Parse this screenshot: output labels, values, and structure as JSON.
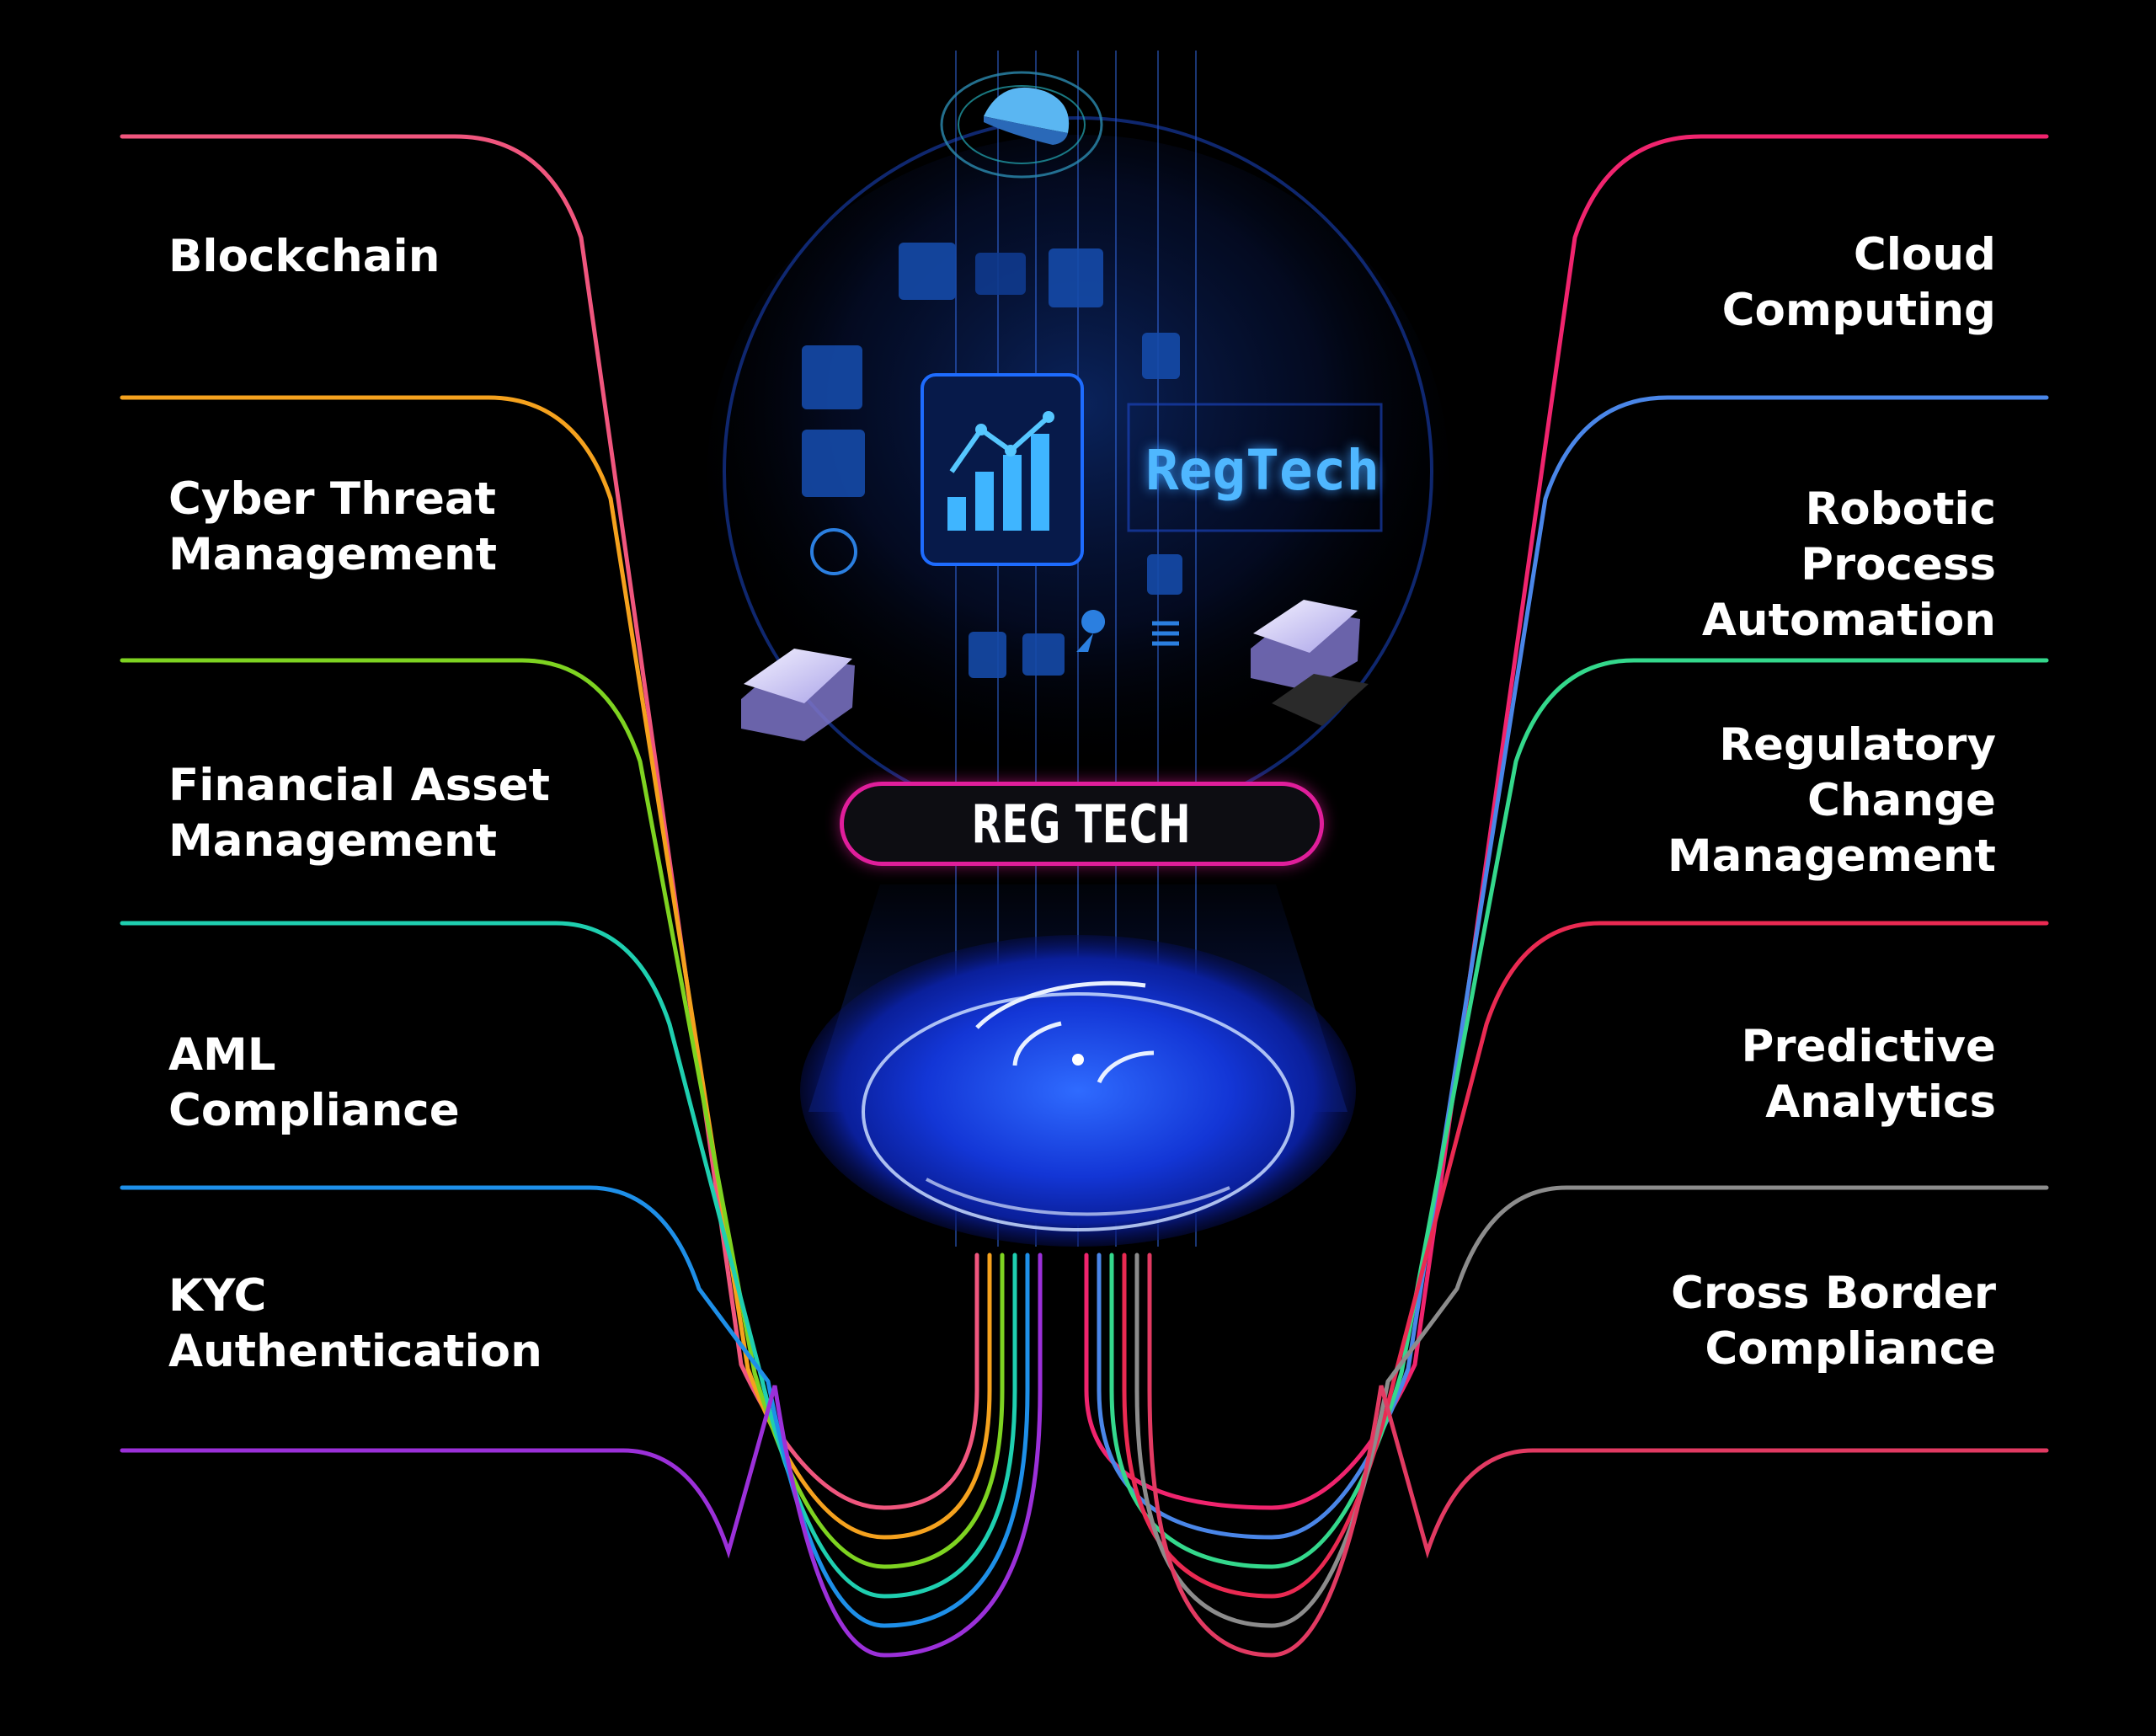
{
  "title": "REG TECH",
  "screen_word": "RegTech",
  "left_items": [
    {
      "label": "Blockchain",
      "color": "#f0567e"
    },
    {
      "label": "Cyber Threat\nManagement",
      "color": "#f5a21e"
    },
    {
      "label": "Financial Asset\nManagement",
      "color": "#7ed321"
    },
    {
      "label": "AML\nCompliance",
      "color": "#1fcfb0"
    },
    {
      "label": "KYC\nAuthentication",
      "color": "#1e8fe8"
    },
    {
      "label": "",
      "color": "#9b30d9"
    }
  ],
  "right_items": [
    {
      "label": "Cloud\nComputing",
      "color": "#f0246e"
    },
    {
      "label": "Robotic\nProcess\nAutomation",
      "color": "#4a86e8"
    },
    {
      "label": "Regulatory\nChange\nManagement",
      "color": "#34d88c"
    },
    {
      "label": "Predictive\nAnalytics",
      "color": "#ea2a52"
    },
    {
      "label": "Cross Border\nCompliance",
      "color": "#8c8c8c"
    },
    {
      "label": "",
      "color": "#e23a62"
    }
  ],
  "colors": {
    "background": "#000000",
    "hologram_blue": "#1a5cff",
    "accent_cyan": "#4fb7ff",
    "tag_border": "#e01e9b"
  },
  "icons": [
    "search-icon",
    "people-icon",
    "gears-icon",
    "gear-icon",
    "bar-chart-icon",
    "clock-icon",
    "growth-chart-icon",
    "database-icon",
    "lock-icon",
    "menu-icon",
    "person-icon",
    "cloud-icon",
    "bulb-icon",
    "chip-icon",
    "disc-icon"
  ]
}
